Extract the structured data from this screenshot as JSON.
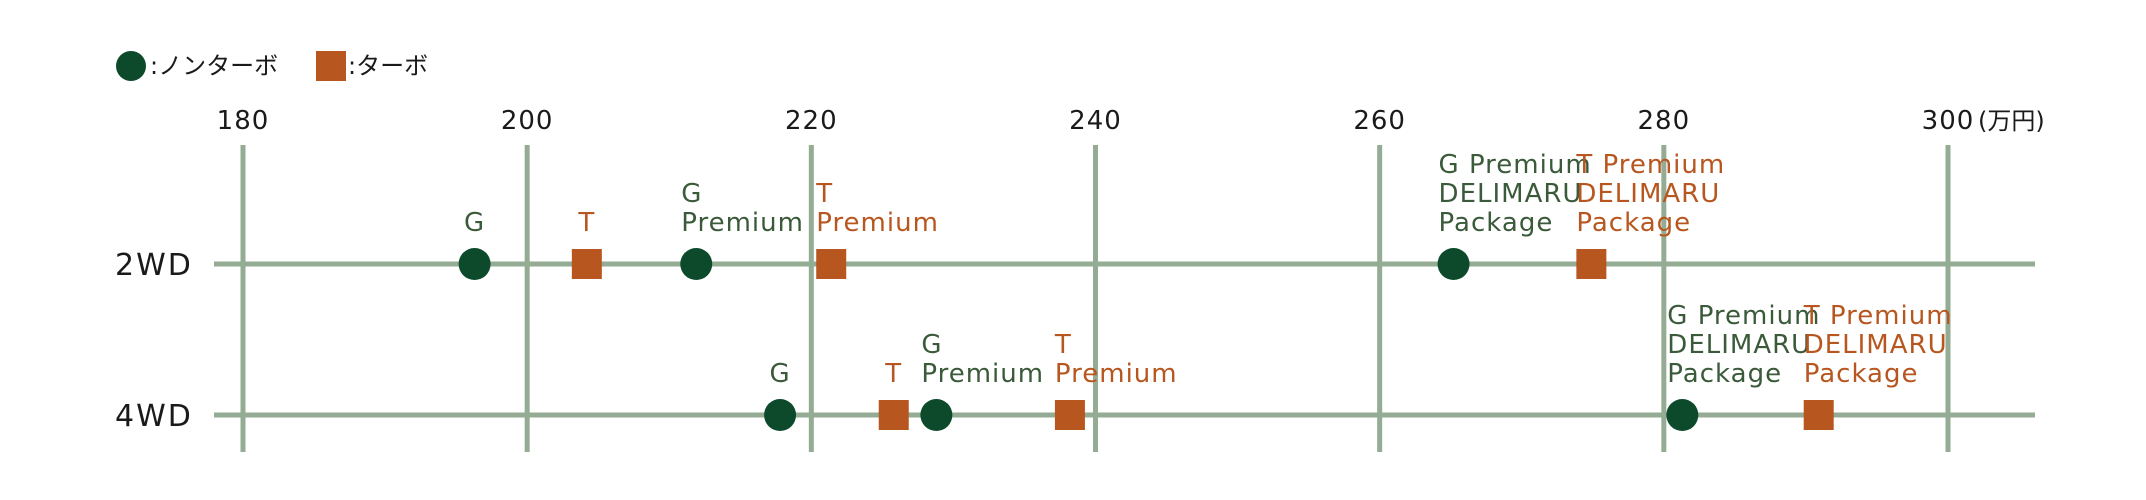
{
  "colors": {
    "non_turbo": "#0d4a2c",
    "turbo": "#b8561f",
    "non_turbo_text": "#3a5a3a",
    "turbo_text": "#b8561f",
    "grid": "#94ab94"
  },
  "legend": {
    "non_turbo": ":ノンターボ",
    "turbo": ":ターボ"
  },
  "chart_data": {
    "type": "scatter",
    "x_ticks": [
      180,
      200,
      220,
      240,
      260,
      280,
      300
    ],
    "x_unit": "(万円)",
    "xlim": [
      180,
      300
    ],
    "rows": [
      "2WD",
      "4WD"
    ],
    "series": [
      {
        "name": "ノンターボ",
        "marker": "circle",
        "points": [
          {
            "row": "2WD",
            "x": 196.3,
            "label": "G"
          },
          {
            "row": "2WD",
            "x": 211.9,
            "label": "G\nPremium"
          },
          {
            "row": "2WD",
            "x": 265.2,
            "label": "G Premium\nDELIMARU\nPackage"
          },
          {
            "row": "4WD",
            "x": 217.8,
            "label": "G"
          },
          {
            "row": "4WD",
            "x": 228.8,
            "label": "G\nPremium"
          },
          {
            "row": "4WD",
            "x": 281.3,
            "label": "G Premium\nDELIMARU\nPackage"
          }
        ]
      },
      {
        "name": "ターボ",
        "marker": "square",
        "points": [
          {
            "row": "2WD",
            "x": 204.2,
            "label": "T"
          },
          {
            "row": "2WD",
            "x": 221.4,
            "label": "T\nPremium"
          },
          {
            "row": "2WD",
            "x": 274.9,
            "label": "T Premium\nDELIMARU\nPackage"
          },
          {
            "row": "4WD",
            "x": 225.8,
            "label": "T"
          },
          {
            "row": "4WD",
            "x": 238.2,
            "label": "T\nPremium"
          },
          {
            "row": "4WD",
            "x": 290.9,
            "label": "T Premium\nDELIMARU\nPackage"
          }
        ]
      }
    ]
  }
}
